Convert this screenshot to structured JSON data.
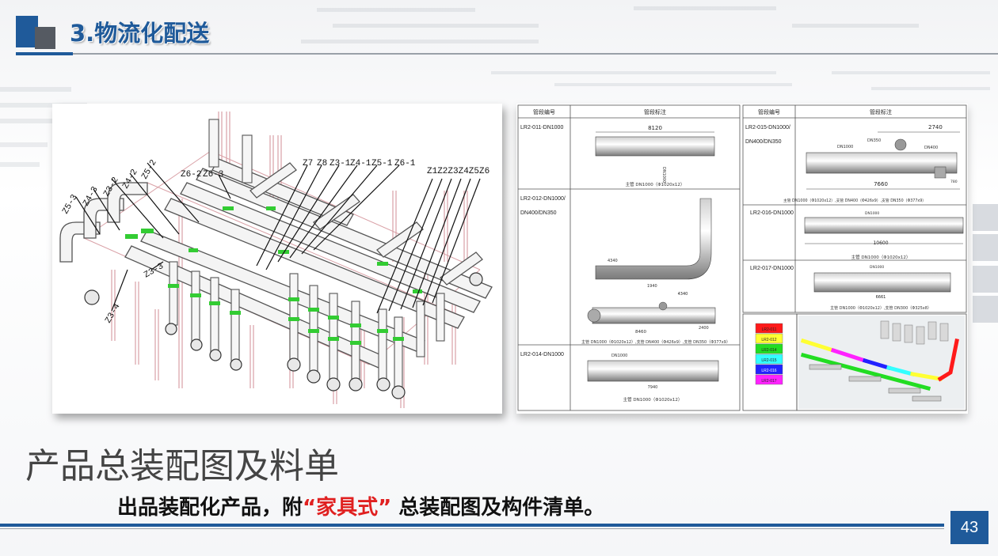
{
  "header": {
    "title": "3.物流化配送"
  },
  "figure_left": {
    "labels_left": [
      "Z5-3",
      "Z4-3",
      "Z3-2",
      "Z4-2",
      "Z5-2",
      "Z6-2",
      "Z6-3",
      "Z3-3",
      "Z3-4"
    ],
    "labels_mid": [
      "Z7",
      "Z8",
      "Z3-1",
      "Z4-1",
      "Z5-1",
      "Z6-1"
    ],
    "labels_right": "Z1Z2Z3Z4Z5Z6"
  },
  "table": {
    "header_code": "管段编号",
    "header_mark": "管段标注",
    "rows_left": [
      {
        "code_lines": [
          "LR2-011-DN1000"
        ],
        "dim_top": "8120",
        "side": "DN1000",
        "note": "主管 DN1000（Φ1020x12）"
      },
      {
        "code_lines": [
          "LR2-012-DN1000/",
          "DN400/DN350"
        ],
        "dim_a": "4340",
        "dim_b": "1940",
        "dim_c": "4340",
        "dim_d": "8460",
        "dim_e": "2400",
        "note": "主管 DN1000（Φ1020x12）,支管 DN400（Φ426x9）,支管 DN350（Φ377x9）"
      },
      {
        "code_lines": [
          "LR2-014-DN1000"
        ],
        "side": "DN1000",
        "dim_bottom": "7940",
        "note": "主管 DN1000（Φ1020x12）"
      }
    ],
    "rows_right": [
      {
        "code_lines": [
          "LR2-015-DN1000/",
          "DN400/DN350"
        ],
        "dim_top": "2740",
        "dim_bottom": "7660",
        "dim_small": "780",
        "tag_a": "DN1000",
        "tag_b": "DN350",
        "tag_c": "DN400",
        "note": "主管 DN1000（Φ1020x12）,支管 DN400（Φ426x9）,支管 DN350（Φ377x9）"
      },
      {
        "code_lines": [
          "LR2-016-DN1000"
        ],
        "tag_a": "DN1000",
        "dim_bottom": "10600",
        "note": "主管 DN1000（Φ1020x12）"
      },
      {
        "code_lines": [
          "LR2-017-DN1000"
        ],
        "tag_a": "DN1000",
        "dim_bottom": "6661",
        "note": "主管 DN1000（Φ1020x12）,支管 DN300（Φ325x8）"
      }
    ],
    "legend": [
      {
        "label": "LR2-011",
        "color": "#ff1a1a"
      },
      {
        "label": "LR2-012",
        "color": "#ffff33"
      },
      {
        "label": "LR2-014",
        "color": "#22dd22"
      },
      {
        "label": "LR2-015",
        "color": "#33ffff"
      },
      {
        "label": "LR2-016",
        "color": "#2222ff"
      },
      {
        "label": "LR2-017",
        "color": "#ff22ff"
      }
    ]
  },
  "caption": "产品总装配图及料单",
  "subtitle": {
    "part1": "出品装配化产品，附",
    "highlight": "“家具式”",
    "part2": " 总装配图及构件清单。"
  },
  "page_number": "43",
  "colors": {
    "brand": "#1f5a9a",
    "highlight": "#e02020",
    "pipe_green": "#33cc33"
  }
}
